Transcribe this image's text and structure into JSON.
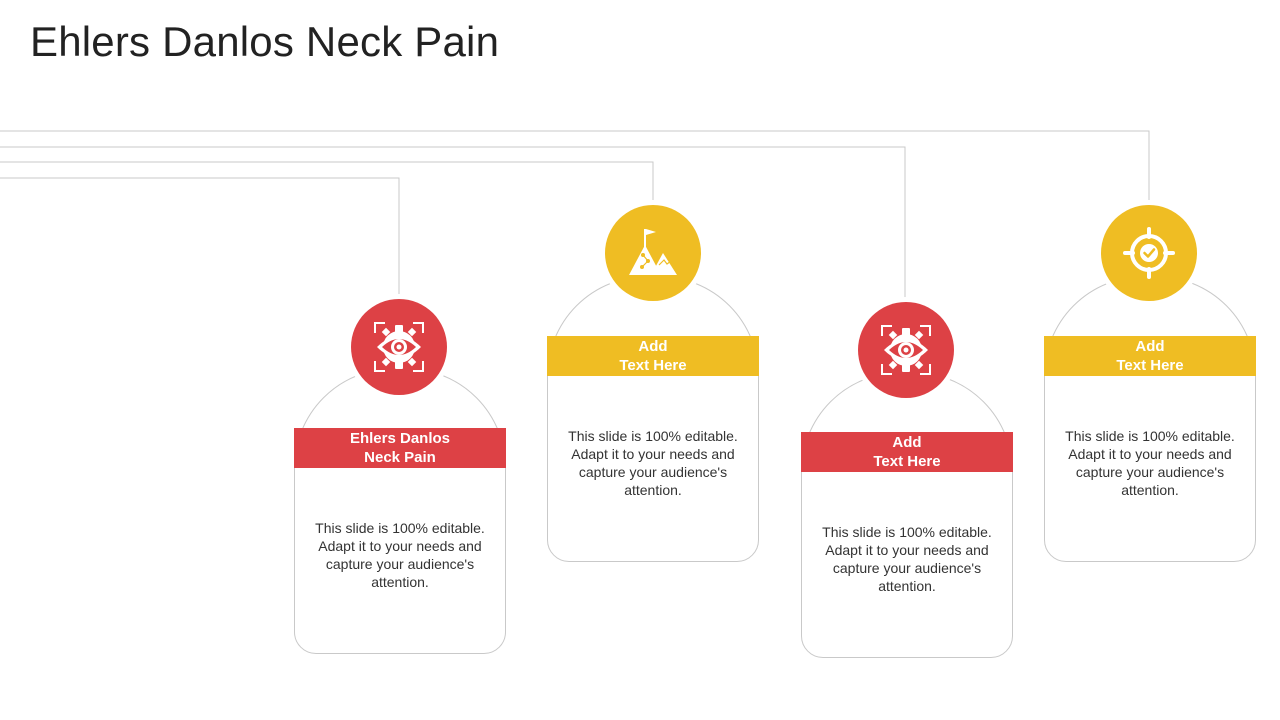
{
  "title": "Ehlers Danlos Neck Pain",
  "colors": {
    "red": "#dd4145",
    "yellow": "#efbd23",
    "line": "#c9c9c9"
  },
  "items": [
    {
      "heading_line1": "Ehlers Danlos",
      "heading_line2": "Neck Pain",
      "description": "This slide is 100% editable. Adapt it to your needs and capture your audience's attention.",
      "icon": "eye-gear-icon",
      "color": "red"
    },
    {
      "heading_line1": "Add",
      "heading_line2": "Text Here",
      "description": "This slide is 100% editable. Adapt it to your needs and capture your audience's attention.",
      "icon": "mountain-flag-icon",
      "color": "yellow"
    },
    {
      "heading_line1": "Add",
      "heading_line2": "Text Here",
      "description": "This slide is 100% editable. Adapt it to your needs and capture your audience's attention.",
      "icon": "eye-gear-icon",
      "color": "red"
    },
    {
      "heading_line1": "Add",
      "heading_line2": "Text Here",
      "description": "This slide is 100% editable. Adapt it to your needs and capture your audience's attention.",
      "icon": "target-check-icon",
      "color": "yellow"
    }
  ]
}
